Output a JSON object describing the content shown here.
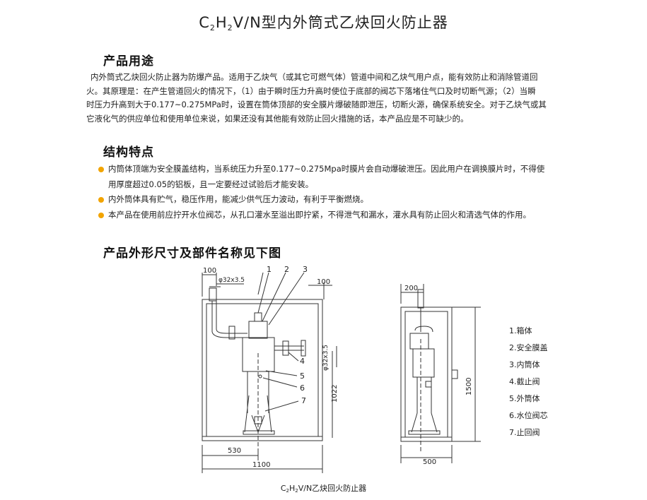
{
  "title": {
    "c": "C",
    "s1": "2",
    "h": "H",
    "s2": "2",
    "rest": "V/N型内外筒式乙炔回火防止器"
  },
  "sections": {
    "usage": {
      "heading": "产品用途",
      "lines": [
        "内外筒式乙炔回火防止器为防爆产品。适用于乙炔气（或其它可燃气体）管道中间和乙炔气用户点，能有效防止和消除管道回",
        "火。其原理是：在产生管道回火的情况下，（1）由于瞬时压力升高时使位于底部的阀芯下落堵住气口及时切断气源；（2）当瞬",
        "时压力升高到大于0.177~0.275MPa时，设置在筒体顶部的安全膜片爆破随即泄压，切断火源，确保系统安全。对于乙炔气或其",
        "它液化气的供应单位和使用单位来说，如果还没有其他能有效防止回火措施的话，本产品应是不可缺少的。"
      ]
    },
    "features": {
      "heading": "结构特点",
      "items": [
        {
          "line1": "内筒体顶端为安全膜盖结构，当系统压力升至0.177~0.275Mpa时膜片会自动爆破泄压。因此用户在调换膜片时，不得使",
          "line2": "用厚度超过0.05的铝板，且一定要经过试验后才能安装。"
        },
        {
          "line1": "内外筒体具有贮气，稳压作用，能减少供气压力波动，有利于平衡燃烧。",
          "line2": ""
        },
        {
          "line1": "本产品在使用前应拧开水位阀芯，从孔口灌水至溢出即拧紧，不得泄气和漏水，灌水具有防止回火和清选气体的作用。",
          "line2": ""
        }
      ]
    },
    "drawing": {
      "heading": "产品外形尺寸及部件名称见下图"
    }
  },
  "diagram": {
    "dims": {
      "top_left": "100",
      "pipe": "φ32x3.5",
      "top_right": "100",
      "side_pipe": "φ32x3.5",
      "height_left": "1022",
      "width_530": "530",
      "width_1100": "1100",
      "side_200": "200",
      "height_1500": "1500",
      "width_500": "500"
    },
    "callouts": [
      "1",
      "2",
      "3",
      "4",
      "5",
      "6",
      "7"
    ],
    "parts": [
      "1.箱体",
      "2.安全膜盖",
      "3.内筒体",
      "4.截止阀",
      "5.外筒体",
      "6.水位阀芯",
      "7.止回阀"
    ]
  },
  "caption": {
    "c": "C",
    "s1": "2",
    "h": "H",
    "s2": "2",
    "rest": "V/N乙炔回火防止器"
  }
}
